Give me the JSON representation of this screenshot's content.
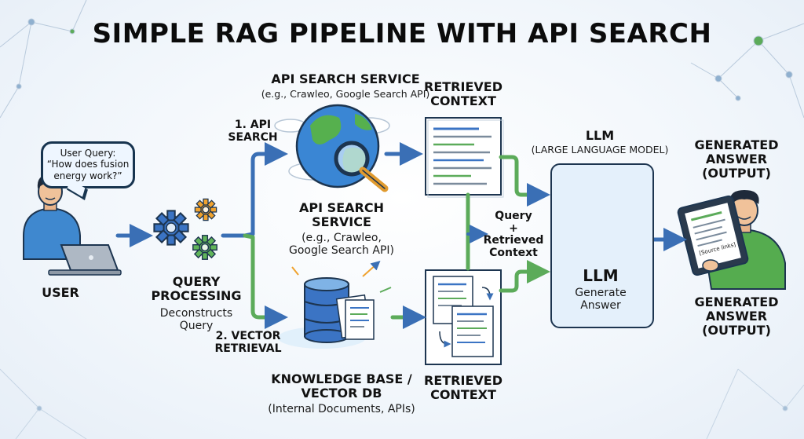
{
  "title": "SIMPLE RAG PIPELINE WITH API SEARCH",
  "user": {
    "label": "USER",
    "bubble_line1": "User Query:",
    "bubble_line2": "“How does fusion",
    "bubble_line3": "energy work?”"
  },
  "query_processing": {
    "title_line1": "QUERY",
    "title_line2": "PROCESSING",
    "desc_line1": "Deconstructs",
    "desc_line2": "Query"
  },
  "branch_api": {
    "label_line1": "1. API",
    "label_line2": "SEARCH"
  },
  "branch_vector": {
    "label_line1": "2. VECTOR",
    "label_line2": "RETRIEVAL"
  },
  "api_top": {
    "title": "API SEARCH SERVICE",
    "subtitle": "(e.g., Crawleo, Google Search API)"
  },
  "api_mid": {
    "title_line1": "API SEARCH",
    "title_line2": "SERVICE",
    "sub_line1": "(e.g., Crawleo,",
    "sub_line2": "Google Search API)"
  },
  "knowledge_base": {
    "title_line1": "KNOWLEDGE BASE /",
    "title_line2": "VECTOR DB",
    "subtitle": "(Internal Documents, APIs)"
  },
  "retrieved_top": {
    "line1": "RETRIEVED",
    "line2": "CONTEXT"
  },
  "retrieved_bottom": {
    "line1": "RETRIEVED",
    "line2": "CONTEXT"
  },
  "merge": {
    "line1": "Query",
    "line2": "+",
    "line3": "Retrieved",
    "line4": "Context"
  },
  "llm_top": {
    "title": "LLM",
    "subtitle": "(LARGE LANGUAGE MODEL)"
  },
  "llm_box": {
    "title": "LLM",
    "desc_line1": "Generate",
    "desc_line2": "Answer"
  },
  "answer_top": {
    "line1": "GENERATED",
    "line2": "ANSWER",
    "line3": "(OUTPUT)"
  },
  "answer_bottom": {
    "line1": "GENERATED",
    "line2": "ANSWER",
    "line3": "(OUTPUT)"
  },
  "tablet_text": "[Source links]",
  "colors": {
    "blue_arrow": "#3a6fb5",
    "green_arrow": "#5cab5a",
    "outline": "#1d3550",
    "gear_blue": "#3b74c4",
    "gear_orange": "#f0a22e",
    "gear_green": "#61b55a"
  }
}
